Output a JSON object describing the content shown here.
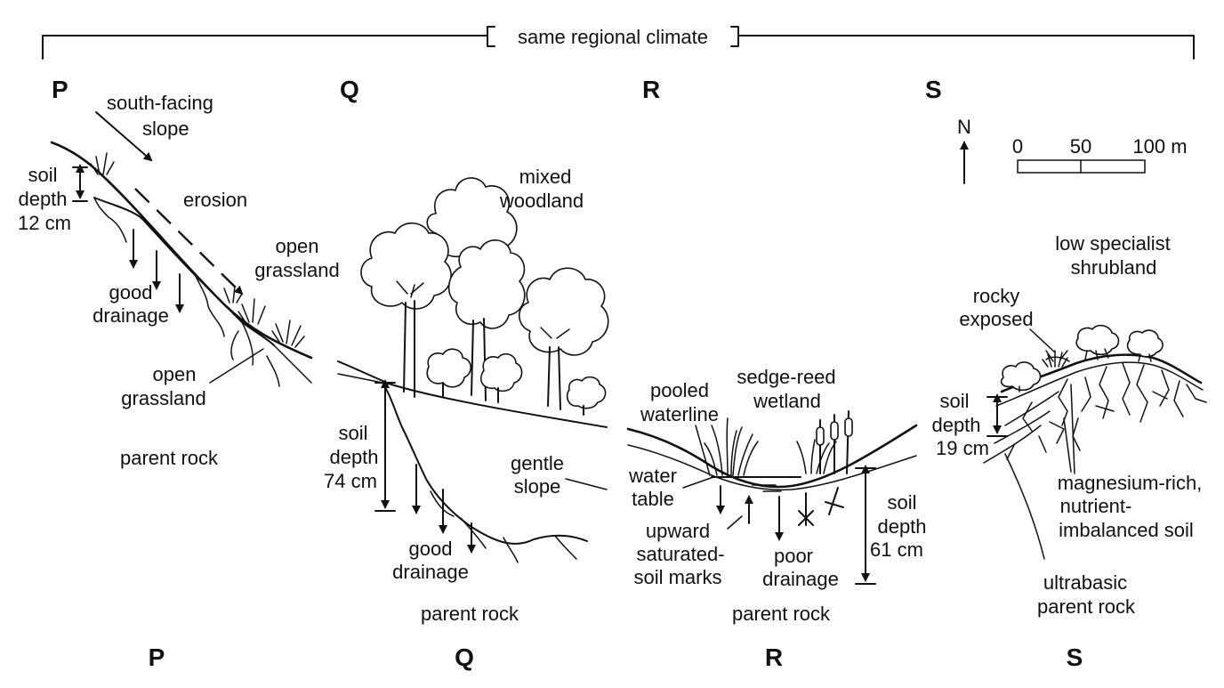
{
  "header": {
    "climate": "same regional climate"
  },
  "panels": {
    "P": {
      "letter_top": "P",
      "letter_bottom": "P",
      "slope_l1": "south-facing",
      "slope_l2": "slope",
      "erosion": "erosion",
      "depth_l1": "soil",
      "depth_l2": "depth",
      "depth_l3": "12 cm",
      "veg_l1": "open",
      "veg_l2": "grassland",
      "drain_l1": "good",
      "drain_l2": "drainage",
      "grass_l1": "open",
      "grass_l2": "grassland",
      "rock": "parent rock"
    },
    "Q": {
      "letter_top": "Q",
      "letter_bottom": "Q",
      "veg_l1": "mixed",
      "veg_l2": "woodland",
      "depth_l1": "soil",
      "depth_l2": "depth",
      "depth_l3": "74 cm",
      "slope_l1": "gentle",
      "slope_l2": "slope",
      "drain_l1": "good",
      "drain_l2": "drainage",
      "rock": "parent rock"
    },
    "R": {
      "letter_top": "R",
      "letter_bottom": "R",
      "pooled_l1": "pooled",
      "pooled_l2": "waterline",
      "veg_l1": "sedge-reed",
      "veg_l2": "wetland",
      "table_l1": "water",
      "table_l2": "table",
      "up_l1": "upward",
      "up_l2": "saturated-",
      "up_l3": "soil marks",
      "drain_l1": "poor",
      "drain_l2": "drainage",
      "depth_l1": "soil",
      "depth_l2": "depth",
      "depth_l3": "61 cm",
      "rock": "parent rock"
    },
    "S": {
      "letter_top": "S",
      "letter_bottom": "S",
      "north": "N",
      "scale_0": "0",
      "scale_50": "50",
      "scale_100": "100 m",
      "veg_l1": "low specialist",
      "veg_l2": "shrubland",
      "rocky_l1": "rocky",
      "rocky_l2": "exposed",
      "depth_l1": "soil",
      "depth_l2": "depth",
      "depth_l3": "19 cm",
      "soil_l1": "magnesium-rich,",
      "soil_l2": "nutrient-",
      "soil_l3": "imbalanced soil",
      "rock_l1": "ultrabasic",
      "rock_l2": "parent rock"
    }
  }
}
